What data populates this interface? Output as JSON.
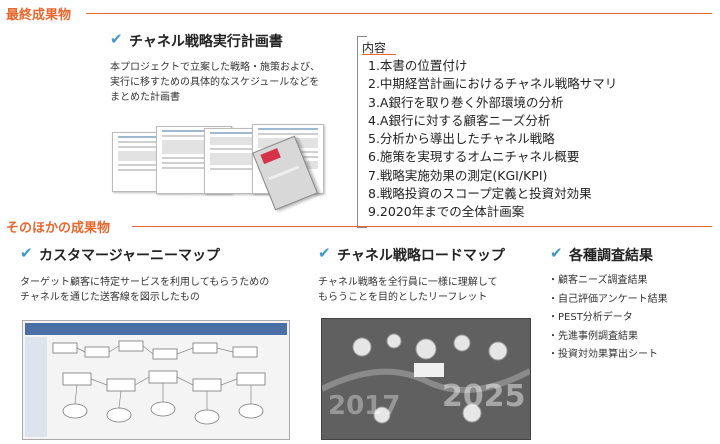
{
  "sections": {
    "main_title": "最終成果物",
    "other_title": "そのほかの成果物"
  },
  "main_deliverable": {
    "title": "チャネル戦略実行計画書",
    "description": [
      "本プロジェクトで立案した戦略・施策および、",
      "実行に移すための具体的なスケジュールなどを",
      "まとめた計画書"
    ],
    "contents_label": "内容",
    "contents": [
      "1.本書の位置付け",
      "2.中期経営計画におけるチャネル戦略サマリ",
      "3.A銀行を取り巻く外部環境の分析",
      "4.A銀行に対する顧客ニーズ分析",
      "5.分析から導出したチャネル戦略",
      "6.施策を実現するオムニチャネル概要",
      "7.戦略実施効果の測定(KGI/KPI)",
      "8.戦略投資のスコープ定義と投資対効果",
      "9.2020年までの全体計画案"
    ]
  },
  "others": [
    {
      "title": "カスタマージャーニーマップ",
      "description": [
        "ターゲット顧客に特定サービスを利用してもらうための",
        "チャネルを通じた送客線を図示したもの"
      ]
    },
    {
      "title": "チャネル戦略ロードマップ",
      "description": [
        "チャネル戦略を全行員に一様に理解して",
        "もらうことを目的としたリーフレット"
      ],
      "thumb_years": [
        "2017",
        "2025"
      ]
    },
    {
      "title": "各種調査結果",
      "items": [
        "・顧客ニーズ調査結果",
        "・自己評価アンケート結果",
        "・PEST分析データ",
        "・先進事例調査結果",
        "・投資対効果算出シート"
      ]
    }
  ],
  "colors": {
    "accent": "#e8672e",
    "check": "#3f97c9"
  },
  "icons": {
    "check": "check-icon"
  }
}
